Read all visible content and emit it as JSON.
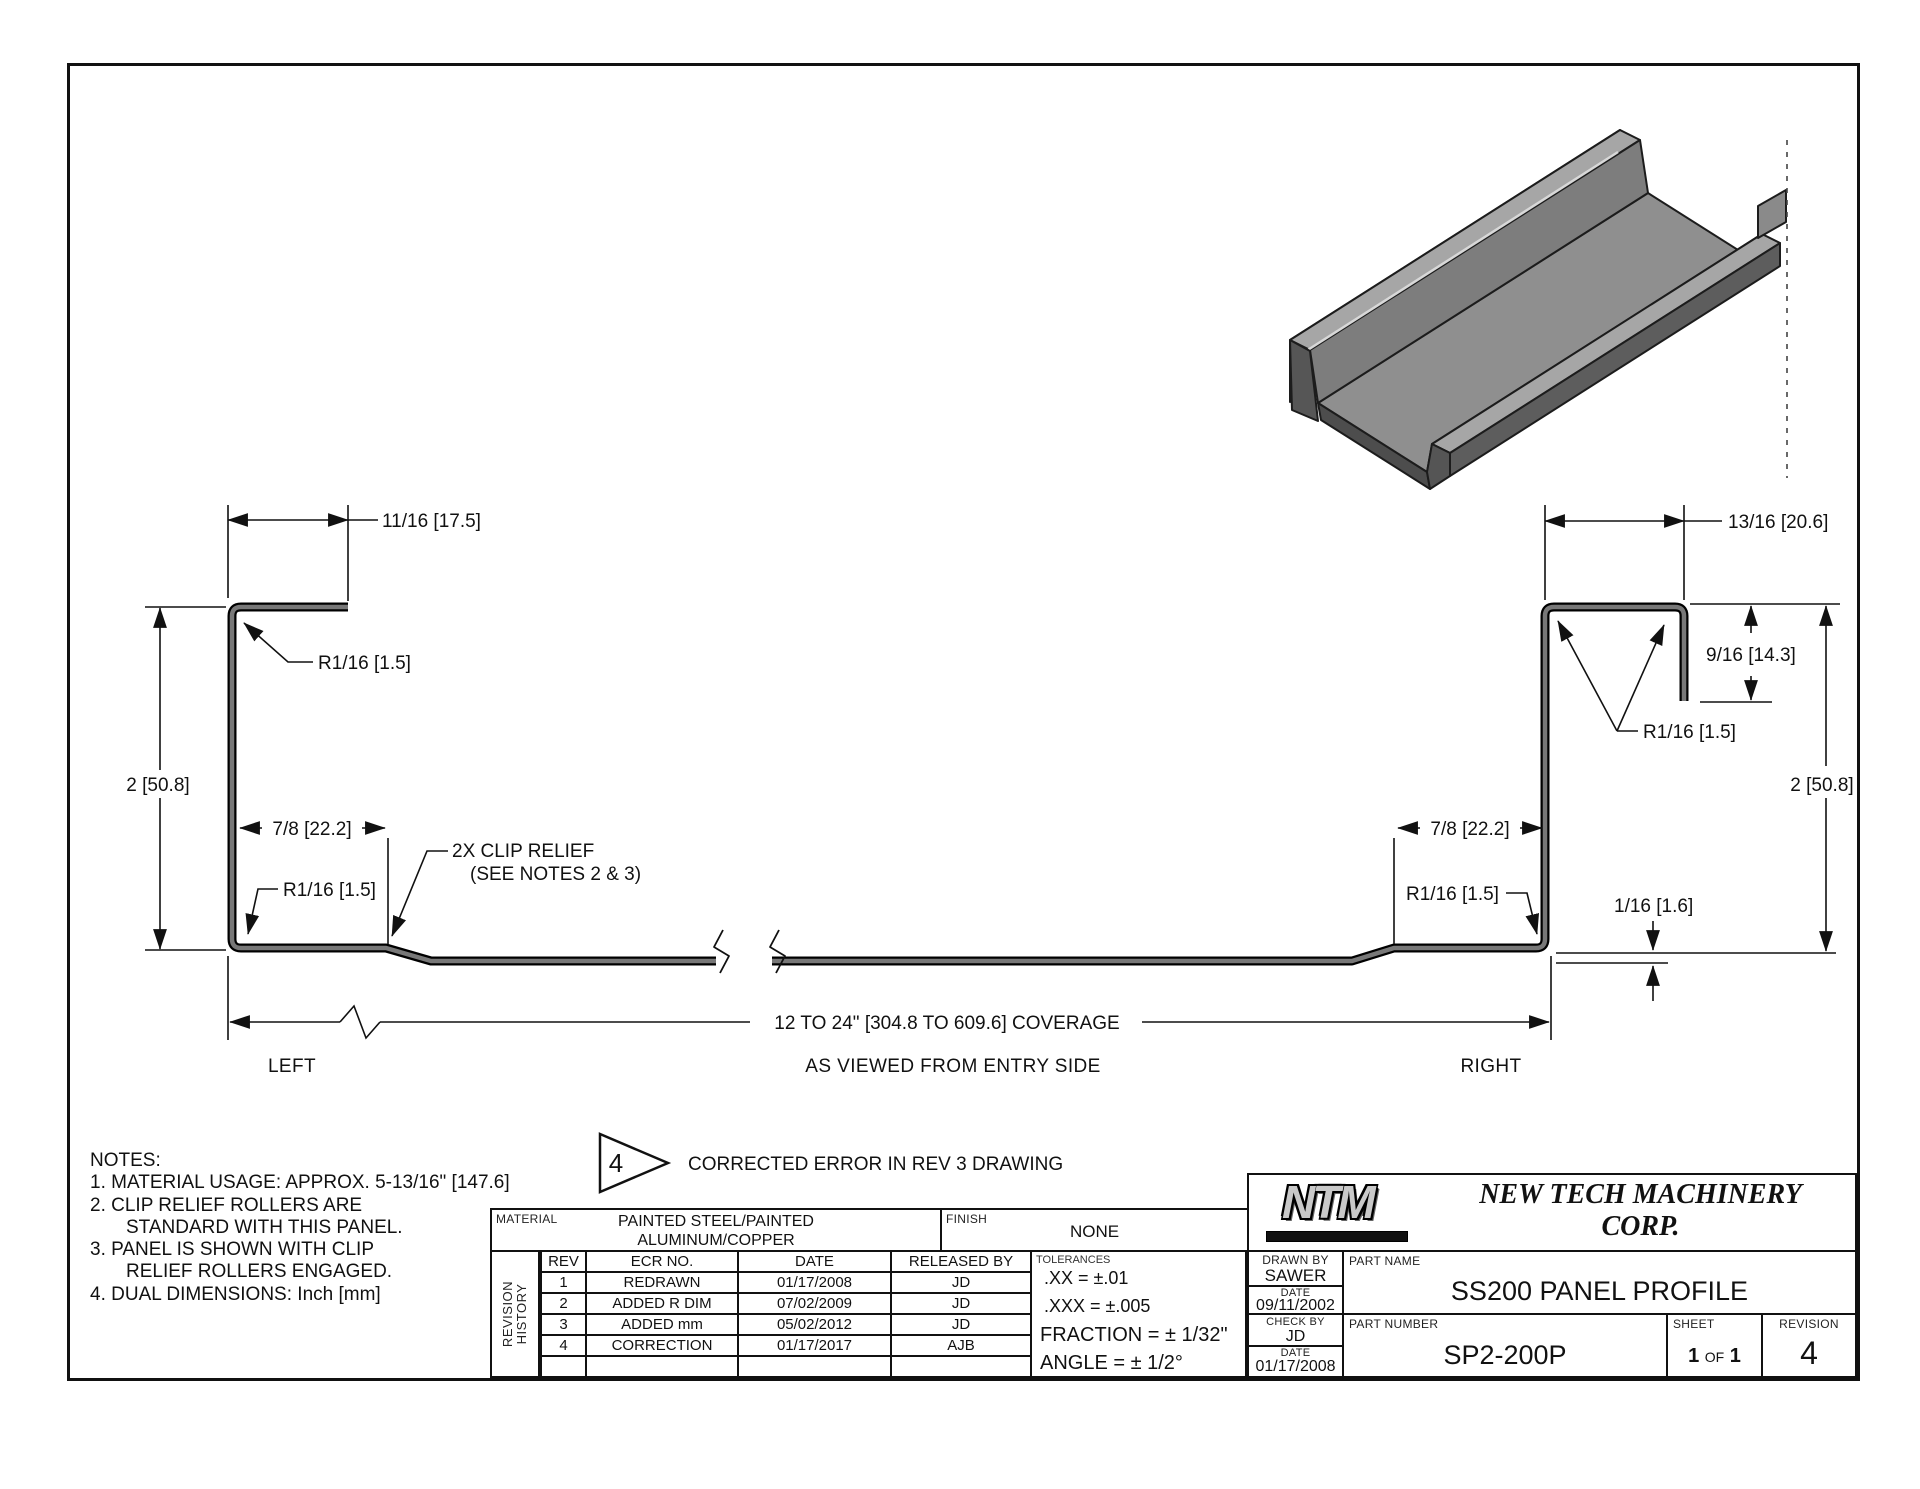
{
  "drawing": {
    "dims": {
      "left_flange": "11/16 [17.5]",
      "left_radius_top": "R1/16 [1.5]",
      "left_height": "2 [50.8]",
      "left_web": "7/8 [22.2]",
      "left_radius_bottom": "R1/16 [1.5]",
      "clip_relief_line1": "2X CLIP RELIEF",
      "clip_relief_line2": "(SEE NOTES 2 & 3)",
      "right_flange": "13/16 [20.6]",
      "right_leg_depth": "9/16 [14.3]",
      "right_radius_top": "R1/16 [1.5]",
      "right_height": "2 [50.8]",
      "right_web": "7/8 [22.2]",
      "right_radius_bottom": "R1/16 [1.5]",
      "right_offset": "1/16 [1.6]",
      "coverage": "12 TO 24\" [304.8 TO 609.6] COVERAGE"
    },
    "labels": {
      "left": "LEFT",
      "center": "AS VIEWED FROM ENTRY SIDE",
      "right": "RIGHT"
    }
  },
  "rev_callout": {
    "number": "4",
    "text": "CORRECTED ERROR IN REV 3 DRAWING"
  },
  "notes": {
    "title": "NOTES:",
    "line1": "1.  MATERIAL USAGE: APPROX. 5-13/16\" [147.6]",
    "line2": "2.  CLIP RELIEF ROLLERS ARE",
    "line2b": "STANDARD WITH THIS PANEL.",
    "line3": "3.  PANEL IS SHOWN WITH CLIP",
    "line3b": "RELIEF ROLLERS ENGAGED.",
    "line4": "4.  DUAL DIMENSIONS: Inch [mm]"
  },
  "title_block": {
    "material_label": "MATERIAL",
    "material_line1": "PAINTED STEEL/PAINTED",
    "material_line2": "ALUMINUM/COPPER",
    "finish_label": "FINISH",
    "finish_value": "NONE",
    "revision_history_line1": "REVISION",
    "revision_history_line2": "HISTORY",
    "table": {
      "headers": [
        "REV",
        "ECR NO.",
        "DATE",
        "RELEASED BY"
      ],
      "rows": [
        [
          "1",
          "REDRAWN",
          "01/17/2008",
          "JD"
        ],
        [
          "2",
          "ADDED R DIM",
          "07/02/2009",
          "JD"
        ],
        [
          "3",
          "ADDED mm",
          "05/02/2012",
          "JD"
        ],
        [
          "4",
          "CORRECTION",
          "01/17/2017",
          "AJB"
        ]
      ]
    },
    "tolerances": {
      "label": "TOLERANCES",
      "line1": ".XX = ±.01",
      "line2": ".XXX = ±.005",
      "line3": "FRACTION = ± 1/32\"",
      "line4": "ANGLE = ± 1/2°"
    },
    "drawn_by_label": "DRAWN BY",
    "drawn_by": "SAWER",
    "drawn_date_label": "DATE",
    "drawn_date": "09/11/2002",
    "check_by_label": "CHECK BY",
    "check_by": "JD",
    "check_date_label": "DATE",
    "check_date": "01/17/2008",
    "logo_text": "NTM",
    "company_line1": "NEW TECH MACHINERY",
    "company_line2": "CORP.",
    "part_name_label": "PART NAME",
    "part_name": "SS200 PANEL PROFILE",
    "part_number_label": "PART NUMBER",
    "part_number": "SP2-200P",
    "sheet_label": "SHEET",
    "sheet_current": "1",
    "sheet_of": "OF",
    "sheet_total": "1",
    "revision_label": "REVISION",
    "revision_value": "4"
  }
}
